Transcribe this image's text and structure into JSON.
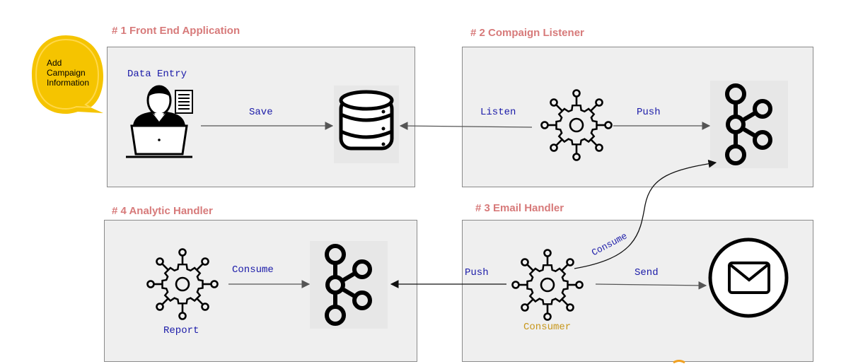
{
  "sections": {
    "front_end": {
      "title": "# 1 Front End Application"
    },
    "listener": {
      "title": "# 2 Compaign Listener"
    },
    "email": {
      "title": "# 3 Email Handler"
    },
    "analytic": {
      "title": "# 4 Analytic Handler"
    }
  },
  "callout": {
    "lines": [
      "Add",
      "Campaign",
      "Information"
    ]
  },
  "labels": {
    "data_entry": "Data Entry",
    "save": "Save",
    "listen": "Listen",
    "push_top": "Push",
    "consume_curve": "Consume",
    "consume_left": "Consume",
    "push_bottom": "Push",
    "send": "Send",
    "report": "Report",
    "consumer": "Consumer"
  },
  "colors": {
    "title": "#d77a7a",
    "label": "#1a1aa8",
    "consumer_label": "#c7961a",
    "callout": "#f5c400",
    "panel": "#efefef"
  },
  "icons": [
    "user-laptop-icon",
    "database-icon",
    "microservice-gear-icon",
    "kafka-icon",
    "email-icon"
  ]
}
